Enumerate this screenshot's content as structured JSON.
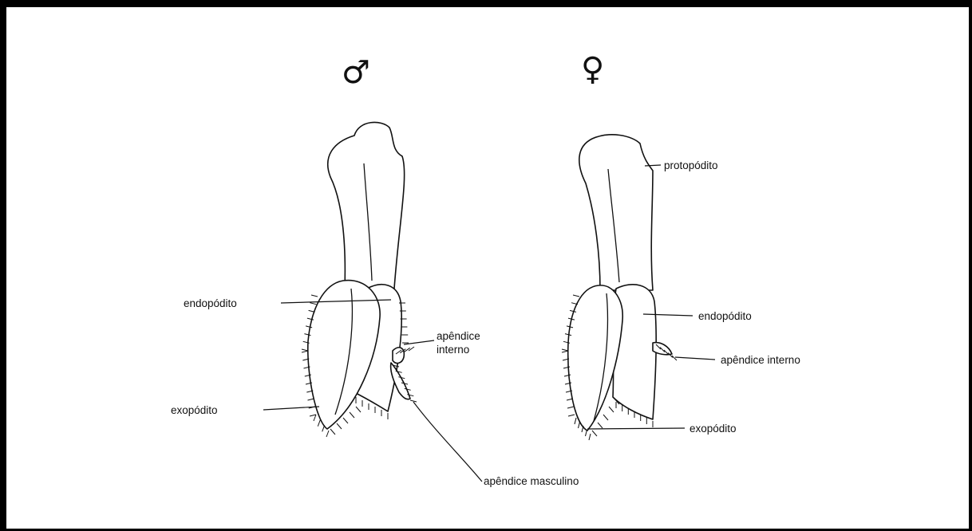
{
  "symbols": {
    "male": "♂",
    "female": "♀"
  },
  "male_labels": {
    "endopodito": "endopódito",
    "apendice_interno_line1": "apêndice",
    "apendice_interno_line2": "interno",
    "exopodito": "exopódito",
    "apendice_masculino": "apêndice masculino"
  },
  "female_labels": {
    "protopodito": "protopódito",
    "endopodito": "endopódito",
    "apendice_interno": "apêndice interno",
    "exopodito": "exopódito"
  }
}
